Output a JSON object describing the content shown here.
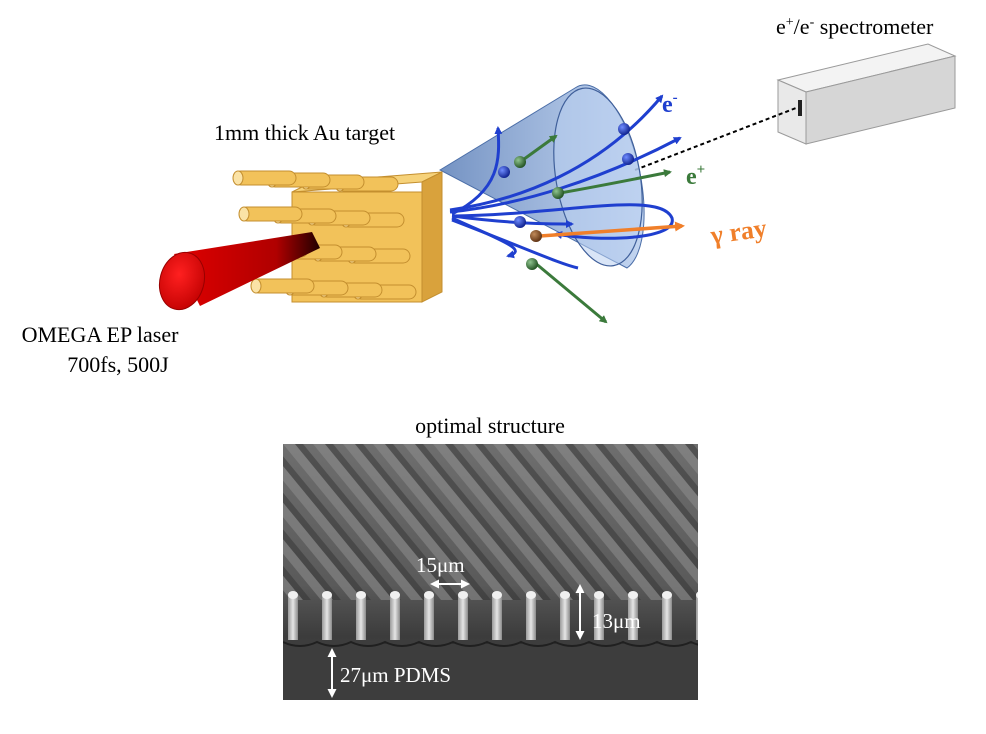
{
  "labels": {
    "spectrometer_base": "e",
    "spectrometer_sup1": "+",
    "spectrometer_slash": "/e",
    "spectrometer_sup2": "-",
    "spectrometer_rest": " spectrometer",
    "target": "1mm thick Au target",
    "laser_line1": "OMEGA EP laser",
    "laser_line2": "700fs, 500J",
    "electron_base": "e",
    "electron_sup": "-",
    "positron_base": "e",
    "positron_sup": "+",
    "gamma": "γ ray",
    "sem_title": "optimal structure",
    "pillar_pitch": "15μm",
    "pillar_height": "13μm",
    "pdms_thickness": "27μm PDMS"
  },
  "colors": {
    "laser": "#d40000",
    "gold": "#f2c25a",
    "gold_dark": "#d9a23c",
    "cone": "#7f9fd0",
    "electron": "#1f3fcf",
    "positron": "#3b7a3b",
    "gamma": "#f07f2a",
    "spectrometer": "#d8d8d8"
  },
  "icons": {
    "laser": "red-cone-beam-icon",
    "target": "gold-pillar-cube-icon",
    "spectrometer": "gray-box-detector-icon",
    "sem": "sem-micrograph-image"
  }
}
